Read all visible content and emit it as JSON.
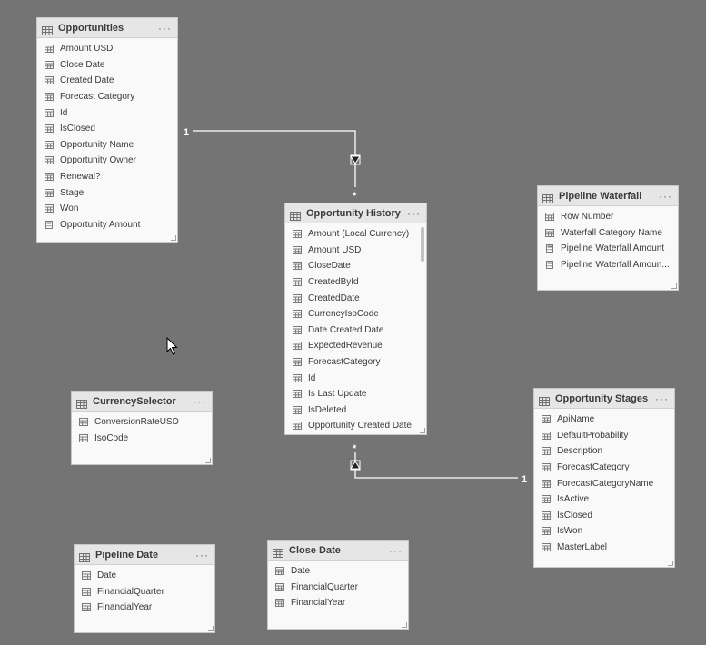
{
  "tables": {
    "opportunities": {
      "title": "Opportunities",
      "fields": [
        {
          "label": "Amount USD",
          "icon": "table-field-icon"
        },
        {
          "label": "Close Date",
          "icon": "table-field-icon"
        },
        {
          "label": "Created Date",
          "icon": "table-field-icon"
        },
        {
          "label": "Forecast Category",
          "icon": "table-field-icon"
        },
        {
          "label": "Id",
          "icon": "table-field-icon"
        },
        {
          "label": "IsClosed",
          "icon": "table-field-icon"
        },
        {
          "label": "Opportunity Name",
          "icon": "table-field-icon"
        },
        {
          "label": "Opportunity Owner",
          "icon": "table-field-icon"
        },
        {
          "label": "Renewal?",
          "icon": "table-field-icon"
        },
        {
          "label": "Stage",
          "icon": "table-field-icon"
        },
        {
          "label": "Won",
          "icon": "table-field-icon"
        },
        {
          "label": "Opportunity Amount",
          "icon": "calculator-icon"
        }
      ]
    },
    "opportunity_history": {
      "title": "Opportunity History",
      "fields": [
        {
          "label": "Amount (Local Currency)",
          "icon": "table-field-icon"
        },
        {
          "label": "Amount USD",
          "icon": "table-field-icon"
        },
        {
          "label": "CloseDate",
          "icon": "table-field-icon"
        },
        {
          "label": "CreatedById",
          "icon": "table-field-icon"
        },
        {
          "label": "CreatedDate",
          "icon": "table-field-icon"
        },
        {
          "label": "CurrencyIsoCode",
          "icon": "table-field-icon"
        },
        {
          "label": "Date Created Date",
          "icon": "table-field-icon"
        },
        {
          "label": "ExpectedRevenue",
          "icon": "table-field-icon"
        },
        {
          "label": "ForecastCategory",
          "icon": "table-field-icon"
        },
        {
          "label": "Id",
          "icon": "table-field-icon"
        },
        {
          "label": "Is Last Update",
          "icon": "table-field-icon"
        },
        {
          "label": "IsDeleted",
          "icon": "table-field-icon"
        },
        {
          "label": "Opportunity Created Date",
          "icon": "table-field-icon"
        }
      ]
    },
    "pipeline_waterfall": {
      "title": "Pipeline Waterfall",
      "fields": [
        {
          "label": "Row Number",
          "icon": "table-field-icon"
        },
        {
          "label": "Waterfall Category Name",
          "icon": "table-field-icon"
        },
        {
          "label": "Pipeline Waterfall Amount",
          "icon": "calculator-icon"
        },
        {
          "label": "Pipeline Waterfall Amoun...",
          "icon": "calculator-icon"
        }
      ]
    },
    "currency_selector": {
      "title": "CurrencySelector",
      "fields": [
        {
          "label": "ConversionRateUSD",
          "icon": "table-field-icon"
        },
        {
          "label": "IsoCode",
          "icon": "table-field-icon"
        }
      ]
    },
    "opportunity_stages": {
      "title": "Opportunity Stages",
      "fields": [
        {
          "label": "ApiName",
          "icon": "table-field-icon"
        },
        {
          "label": "DefaultProbability",
          "icon": "table-field-icon"
        },
        {
          "label": "Description",
          "icon": "table-field-icon"
        },
        {
          "label": "ForecastCategory",
          "icon": "table-field-icon"
        },
        {
          "label": "ForecastCategoryName",
          "icon": "table-field-icon"
        },
        {
          "label": "IsActive",
          "icon": "table-field-icon"
        },
        {
          "label": "IsClosed",
          "icon": "table-field-icon"
        },
        {
          "label": "IsWon",
          "icon": "table-field-icon"
        },
        {
          "label": "MasterLabel",
          "icon": "table-field-icon"
        }
      ]
    },
    "pipeline_date": {
      "title": "Pipeline Date",
      "fields": [
        {
          "label": "Date",
          "icon": "table-field-icon"
        },
        {
          "label": "FinancialQuarter",
          "icon": "table-field-icon"
        },
        {
          "label": "FinancialYear",
          "icon": "table-field-icon"
        }
      ]
    },
    "close_date": {
      "title": "Close Date",
      "fields": [
        {
          "label": "Date",
          "icon": "table-field-icon"
        },
        {
          "label": "FinancialQuarter",
          "icon": "table-field-icon"
        },
        {
          "label": "FinancialYear",
          "icon": "table-field-icon"
        }
      ]
    }
  },
  "relationships": [
    {
      "from": "opportunities",
      "to": "opportunity_history",
      "one_label": "1",
      "many_label": "*",
      "filter_direction": "down"
    },
    {
      "from": "opportunity_stages",
      "to": "opportunity_history",
      "one_label": "1",
      "many_label": "*",
      "filter_direction": "up"
    }
  ],
  "ui": {
    "more_options_glyph": "···",
    "colors": {
      "canvas": "#747474",
      "card": "#f9f9f9",
      "header": "#e6e6e6",
      "line": "#ffffff"
    }
  }
}
